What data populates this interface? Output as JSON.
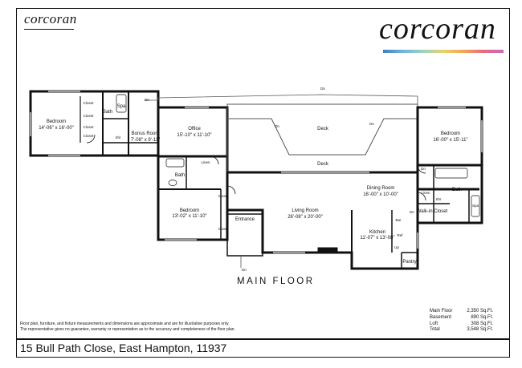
{
  "brand": {
    "small": "corcoran",
    "large": "corcoran"
  },
  "floor_title": "MAIN FLOOR",
  "rooms": {
    "bedroom_w": {
      "name": "Bedroom",
      "dims": "14'-06\" x 16'-00\""
    },
    "bath_w": {
      "name": "Bath"
    },
    "spa_w": {
      "name": "Spa"
    },
    "bonus": {
      "name": "Bonus Room",
      "dims": "7'-08\" x 9'-11\""
    },
    "office": {
      "name": "Office",
      "dims": "15'-10\" x 11'-10\""
    },
    "deck_upper": {
      "name": "Deck"
    },
    "deck_lower": {
      "name": "Deck"
    },
    "bedroom_e": {
      "name": "Bedroom",
      "dims": "16'-00\" x 15'-11\""
    },
    "bath_mid": {
      "name": "Bath"
    },
    "bedroom_s": {
      "name": "Bedroom",
      "dims": "13'-02\" x 11'-10\""
    },
    "entrance": {
      "name": "Entrance"
    },
    "living": {
      "name": "Living Room",
      "dims": "26'-08\" x 20'-00\""
    },
    "dining": {
      "name": "Dining Room",
      "dims": "16'-00\" x 10'-00\""
    },
    "kitchen": {
      "name": "Kitchen",
      "dims": "11'-07\" x 13'-08\""
    },
    "bath_e": {
      "name": "Bath"
    },
    "walkin": {
      "name": "Walk-in Closet"
    },
    "pantry": {
      "name": "Pantry"
    }
  },
  "small_labels": {
    "dn": "Dn",
    "closet": "Closet",
    "linen": "Linen",
    "shr": "Shr",
    "bar": "Bar",
    "ref": "Ref",
    "up": "Up",
    "fp": "Fp",
    "spa": "Spa"
  },
  "disclaimer": [
    "Floor plan, furniture, and fixture measurements and dimensions are approximate and are for illustrative purposes only.",
    "The representative gives no guarantee, warranty or representation as to the accuracy and completeness of the floor plan."
  ],
  "sqft": [
    {
      "label": "Main Floor",
      "value": "2,350 Sq.Ft."
    },
    {
      "label": "Basement",
      "value": "890 Sq.Ft."
    },
    {
      "label": "Loft",
      "value": "308 Sq.Ft."
    },
    {
      "label": "Total",
      "value": "3,548 Sq.Ft."
    }
  ],
  "address": "15 Bull Path Close, East Hampton, 11937",
  "colors": {
    "wall": "#111111",
    "window": "#9a9a9a"
  }
}
